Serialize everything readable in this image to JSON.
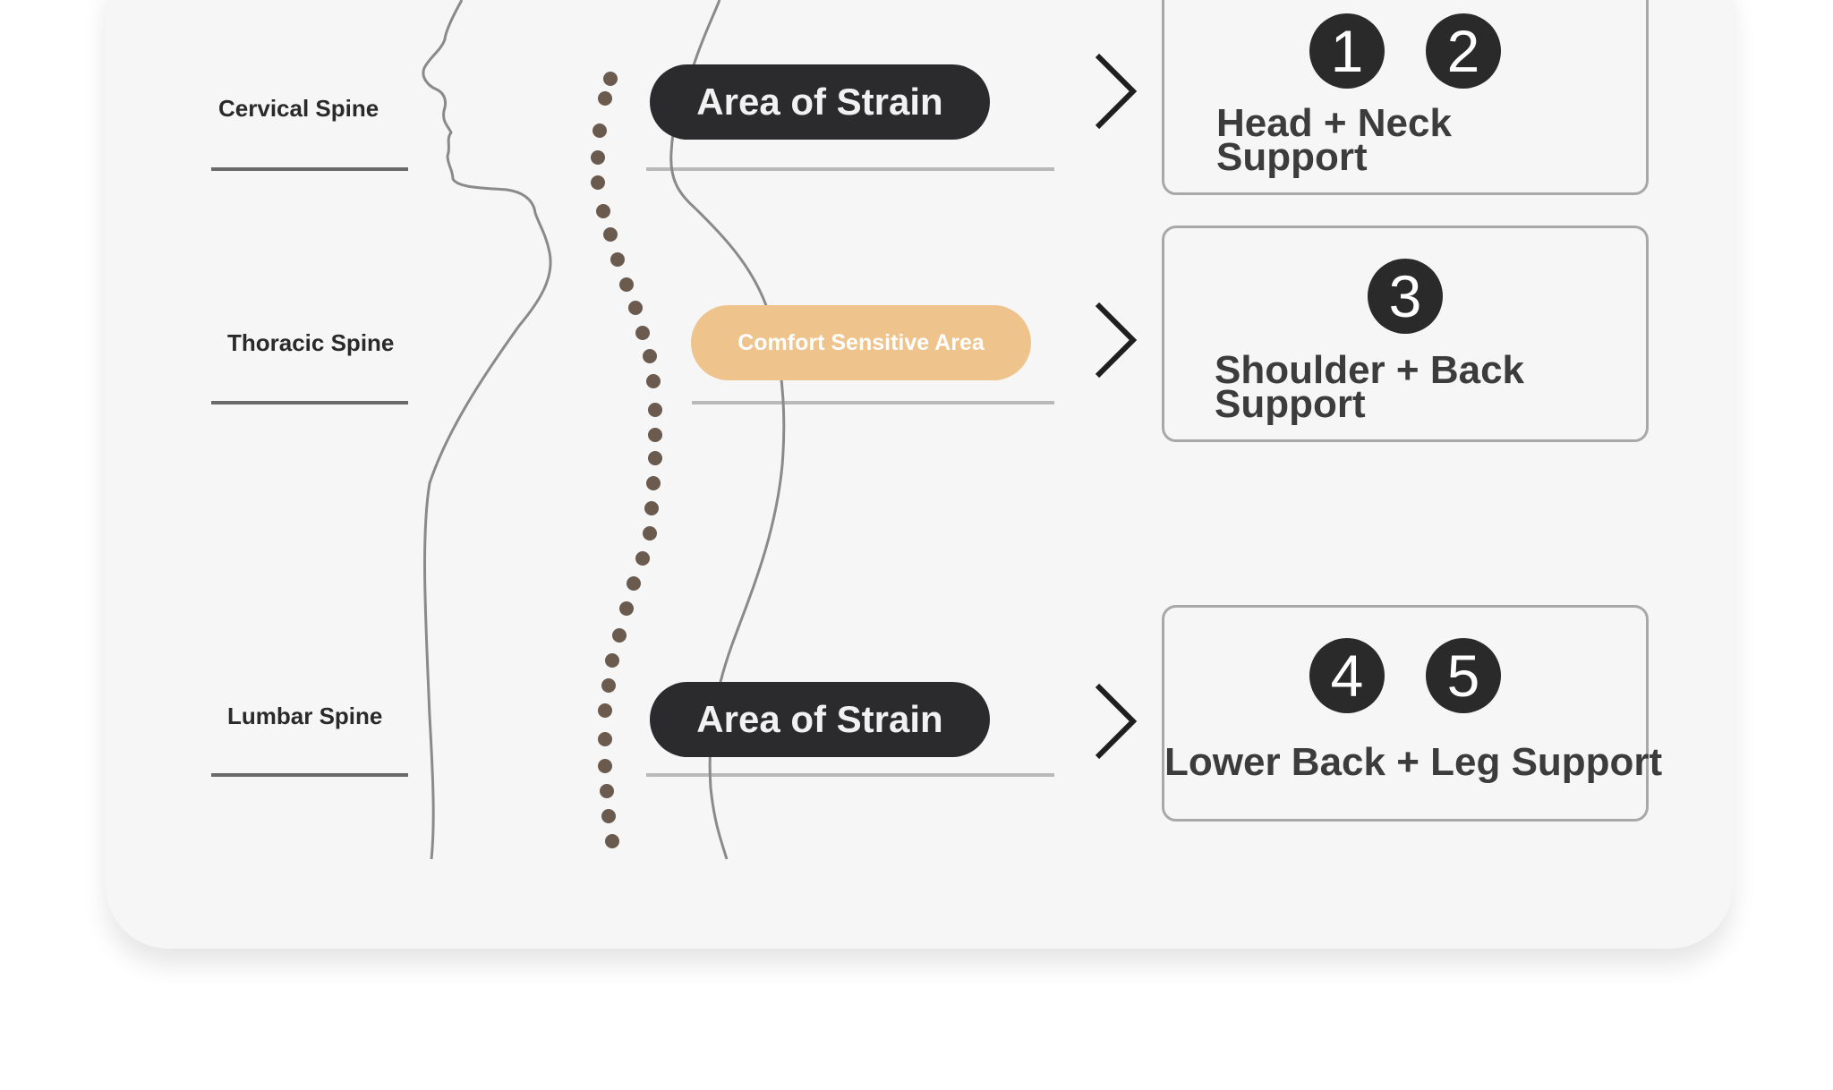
{
  "regions": {
    "cervical": "Cervical Spine",
    "thoracic": "Thoracic Spine",
    "lumbar": "Lumbar Spine"
  },
  "indicators": {
    "top": "Area of Strain",
    "middle": "Comfort Sensitive Area",
    "bottom": "Area of Strain"
  },
  "support": {
    "head_neck": {
      "badges": [
        "1",
        "2"
      ],
      "title_lines": [
        "Head + Neck",
        "Support"
      ]
    },
    "shoulder_back": {
      "badges": [
        "3"
      ],
      "title_lines": [
        "Shoulder + Back",
        "Support"
      ]
    },
    "lower_back_leg": {
      "badges": [
        "4",
        "5"
      ],
      "title_lines": [
        "Lower Back + Leg Support"
      ]
    }
  },
  "colors": {
    "strain_pill": "#2b2b2d",
    "comfort_pill": "#efc38c",
    "spine_dots": "#6b5b4f",
    "badge": "#2a2a2a",
    "card_bg": "#f6f6f6"
  }
}
